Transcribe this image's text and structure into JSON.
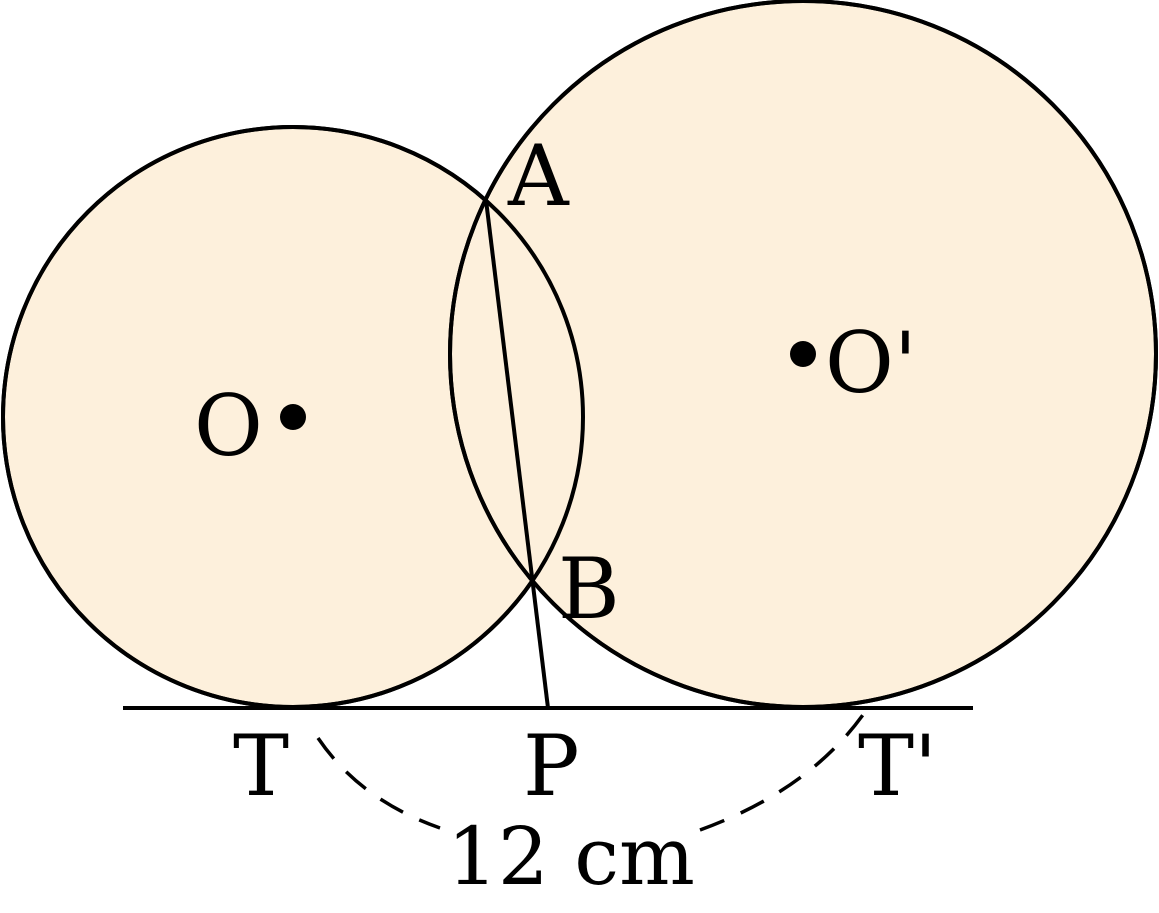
{
  "colors": {
    "circle_fill": "#fdf0dc",
    "stroke": "#000000",
    "background": "#ffffff"
  },
  "labels": {
    "A": "A",
    "B": "B",
    "O": "O",
    "O_prime": "O'",
    "T": "T",
    "P": "P",
    "T_prime": "T'",
    "measure": "12 cm"
  }
}
